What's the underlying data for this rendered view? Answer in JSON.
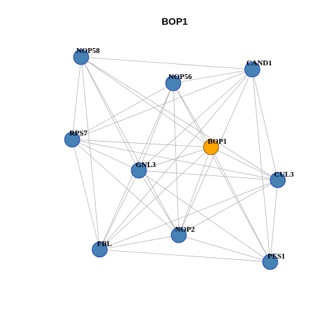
{
  "title": "BOP1",
  "colors": {
    "background": "#ffffff",
    "edge": "#b3b3b3",
    "node_fill": "#4682b4",
    "node_stroke": "#1f3fbf",
    "hub_fill": "#ffa500",
    "hub_stroke": "#8b5a00",
    "label": "#000000"
  },
  "nodes": [
    {
      "id": "NOP58",
      "label": "NOP58",
      "hub": false
    },
    {
      "id": "CAND1",
      "label": "CAND1",
      "hub": false
    },
    {
      "id": "NOP56",
      "label": "NOP56",
      "hub": false
    },
    {
      "id": "RPS7",
      "label": "RPS7",
      "hub": false
    },
    {
      "id": "BOP1",
      "label": "BOP1",
      "hub": true
    },
    {
      "id": "GNL3",
      "label": "GNL3",
      "hub": false
    },
    {
      "id": "CUL3",
      "label": "CUL3",
      "hub": false
    },
    {
      "id": "NOP2",
      "label": "NOP2",
      "hub": false
    },
    {
      "id": "FBL",
      "label": "FBL",
      "hub": false
    },
    {
      "id": "PES1",
      "label": "PES1",
      "hub": false
    }
  ],
  "edges": [
    [
      "NOP58",
      "CAND1"
    ],
    [
      "NOP58",
      "CUL3"
    ],
    [
      "NOP58",
      "RPS7"
    ],
    [
      "NOP58",
      "FBL"
    ],
    [
      "NOP58",
      "GNL3"
    ],
    [
      "NOP58",
      "NOP2"
    ],
    [
      "NOP58",
      "BOP1"
    ],
    [
      "NOP56",
      "CAND1"
    ],
    [
      "NOP56",
      "RPS7"
    ],
    [
      "NOP56",
      "GNL3"
    ],
    [
      "NOP56",
      "FBL"
    ],
    [
      "NOP56",
      "NOP2"
    ],
    [
      "NOP56",
      "PES1"
    ],
    [
      "NOP56",
      "BOP1"
    ],
    [
      "CAND1",
      "RPS7"
    ],
    [
      "CAND1",
      "GNL3"
    ],
    [
      "CAND1",
      "FBL"
    ],
    [
      "CAND1",
      "NOP2"
    ],
    [
      "CAND1",
      "PES1"
    ],
    [
      "CAND1",
      "CUL3"
    ],
    [
      "RPS7",
      "BOP1"
    ],
    [
      "RPS7",
      "GNL3"
    ],
    [
      "RPS7",
      "CUL3"
    ],
    [
      "RPS7",
      "FBL"
    ],
    [
      "RPS7",
      "NOP2"
    ],
    [
      "BOP1",
      "GNL3"
    ],
    [
      "BOP1",
      "CUL3"
    ],
    [
      "BOP1",
      "NOP2"
    ],
    [
      "BOP1",
      "FBL"
    ],
    [
      "BOP1",
      "PES1"
    ],
    [
      "GNL3",
      "CUL3"
    ],
    [
      "GNL3",
      "NOP2"
    ],
    [
      "GNL3",
      "FBL"
    ],
    [
      "GNL3",
      "PES1"
    ],
    [
      "CUL3",
      "NOP2"
    ],
    [
      "CUL3",
      "FBL"
    ],
    [
      "CUL3",
      "PES1"
    ],
    [
      "NOP2",
      "FBL"
    ],
    [
      "NOP2",
      "PES1"
    ],
    [
      "FBL",
      "PES1"
    ]
  ]
}
